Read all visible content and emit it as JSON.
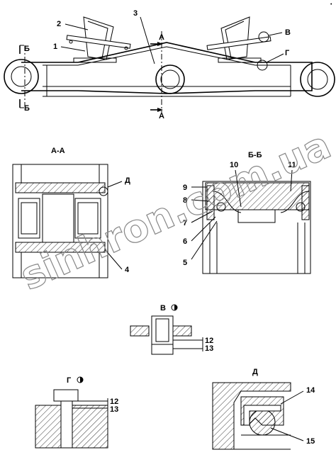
{
  "main_view": {
    "callouts": [
      "1",
      "2",
      "3",
      "В",
      "Г"
    ],
    "section_marks": {
      "aa": "А",
      "bb": "Б"
    }
  },
  "section_aa": {
    "title": "А-А",
    "callouts": [
      "Д",
      "4"
    ]
  },
  "section_bb": {
    "title": "Б-Б",
    "callouts": [
      "10",
      "11",
      "9",
      "8",
      "7",
      "6",
      "5"
    ]
  },
  "view_v": {
    "title": "В",
    "callouts": [
      "12",
      "13"
    ]
  },
  "view_g": {
    "title": "Г",
    "callouts": [
      "12",
      "13"
    ]
  },
  "detail_d": {
    "title": "Д",
    "callouts": [
      "14",
      "15"
    ]
  },
  "watermark": "sinhron.com.ua",
  "corner_mark": "•"
}
